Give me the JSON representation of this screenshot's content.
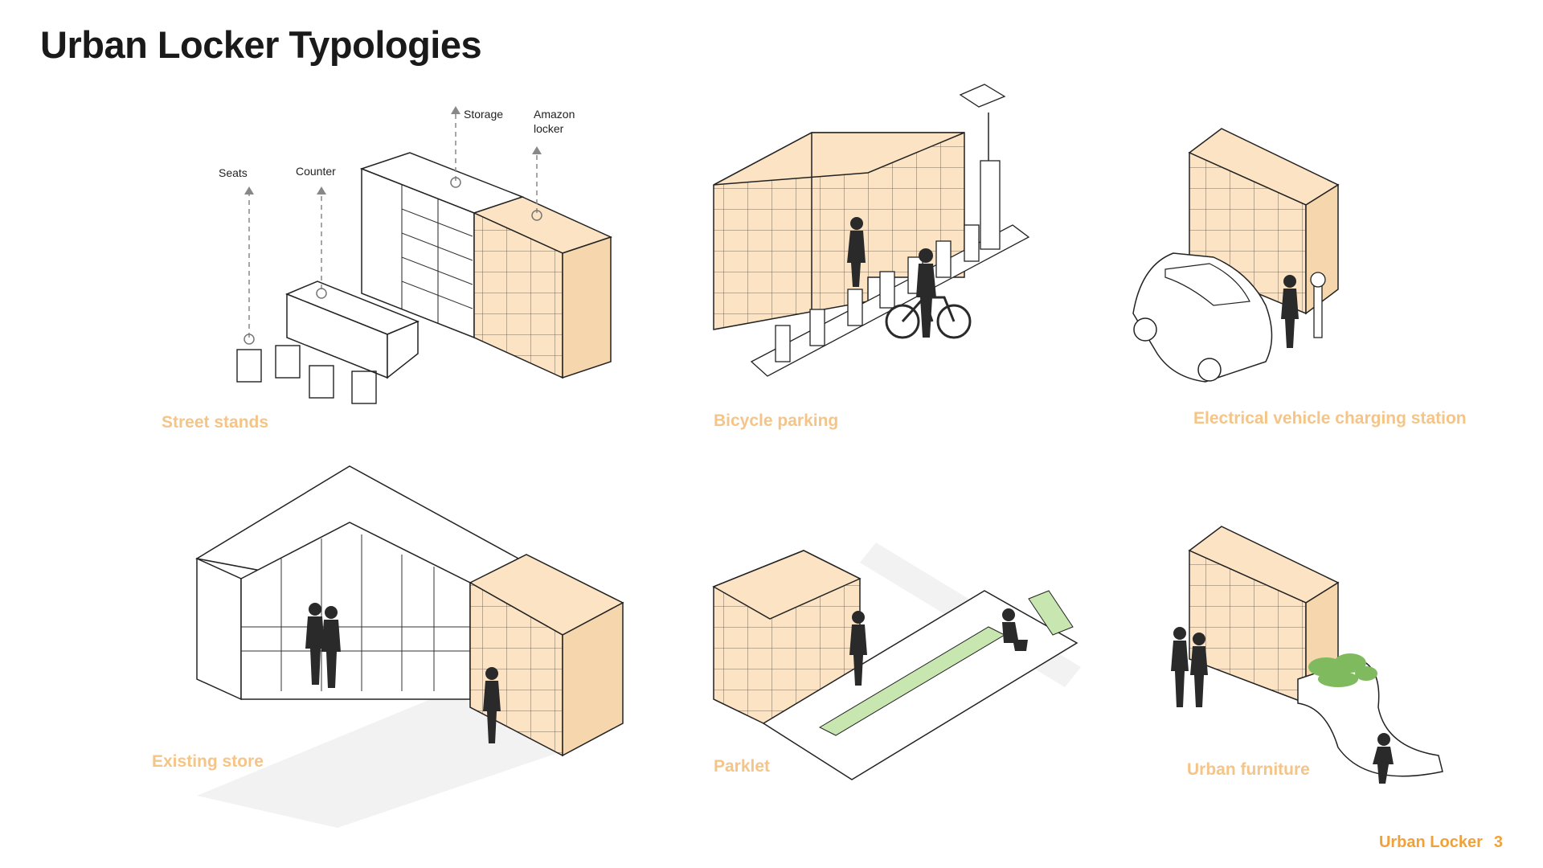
{
  "title": "Urban Locker Typologies",
  "callouts": {
    "seats": "Seats",
    "counter": "Counter",
    "storage": "Storage",
    "amazon_locker_line1": "Amazon",
    "amazon_locker_line2": "locker"
  },
  "captions": {
    "street_stands": "Street stands",
    "bicycle_parking": "Bicycle parking",
    "ev_charging": "Electrical vehicle charging station",
    "existing_store": "Existing store",
    "parklet": "Parklet",
    "urban_furniture": "Urban furniture"
  },
  "footer": {
    "brand": "Urban Locker",
    "page_number": "3"
  },
  "colors": {
    "locker_fill": "#fbe3c4",
    "caption": "#f5c487",
    "footer": "#f0a23a",
    "silhouette": "#2a2a2a",
    "greenery": "#7fba5e"
  }
}
